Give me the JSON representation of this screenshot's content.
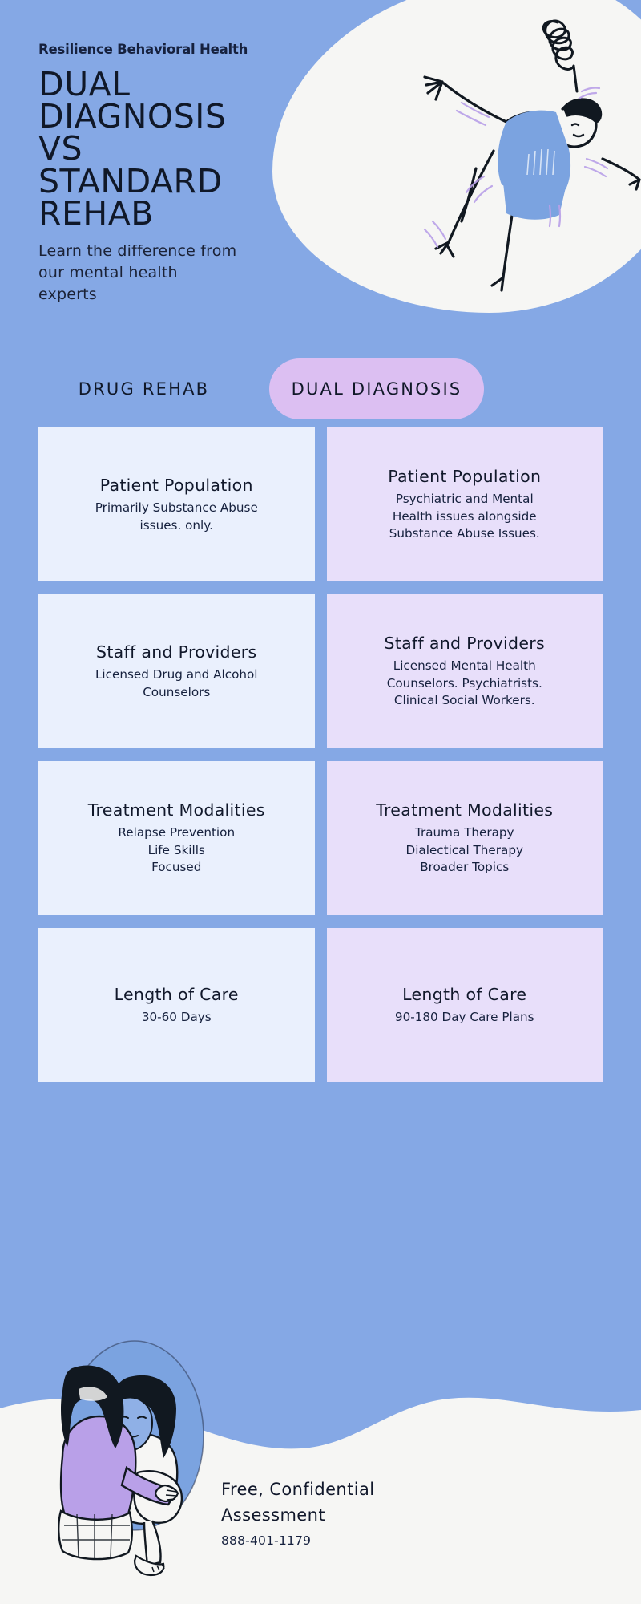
{
  "colors": {
    "background": "#85a8e5",
    "hero_blob": "#f6f6f4",
    "left_card": "#eaf0fd",
    "right_card": "#e8dffa",
    "badge_pill": "#dcbff2",
    "heading_text": "#101828",
    "footer_wave": "#f6f6f4",
    "shirt_blue": "#7ba3e0",
    "sweater_purple": "#b9a0e8"
  },
  "header": {
    "brand": "Resilience Behavioral Health",
    "headline_lines": [
      "DUAL",
      "DIAGNOSIS",
      "VS",
      "STANDARD",
      "REHAB"
    ],
    "subhead": "Learn the difference from our mental health experts",
    "illustration_name": "person-falling-illustration",
    "squiggle_name": "spiral-squiggle-icon"
  },
  "columns": [
    {
      "label": "DRUG REHAB",
      "style": "plain"
    },
    {
      "label": "DUAL DIAGNOSIS",
      "style": "pill"
    }
  ],
  "rows": [
    {
      "left": {
        "title": "Patient Population",
        "body": [
          "Primarily Substance Abuse",
          "issues. only."
        ]
      },
      "right": {
        "title": "Patient Population",
        "body": [
          "Psychiatric and Mental",
          "Health issues alongside",
          "Substance Abuse Issues."
        ]
      }
    },
    {
      "left": {
        "title": "Staff and Providers",
        "body": [
          "Licensed Drug and Alcohol",
          "Counselors"
        ]
      },
      "right": {
        "title": "Staff and Providers",
        "body": [
          "Licensed Mental Health",
          "Counselors. Psychiatrists.",
          "Clinical Social Workers."
        ]
      }
    },
    {
      "left": {
        "title": "Treatment Modalities",
        "body": [
          "Relapse Prevention",
          "Life Skills",
          "Focused"
        ]
      },
      "right": {
        "title": "Treatment Modalities",
        "body": [
          "Trauma Therapy",
          "Dialectical Therapy",
          "Broader Topics"
        ]
      }
    },
    {
      "left": {
        "title": "Length of Care",
        "body": [
          "30-60 Days"
        ]
      },
      "right": {
        "title": "Length of Care",
        "body": [
          "90-180 Day Care Plans"
        ]
      }
    }
  ],
  "footer": {
    "cta_line1": "Free, Confidential",
    "cta_line2": "Assessment",
    "phone": "888-401-1179",
    "illustration_name": "two-people-comforting-illustration"
  }
}
